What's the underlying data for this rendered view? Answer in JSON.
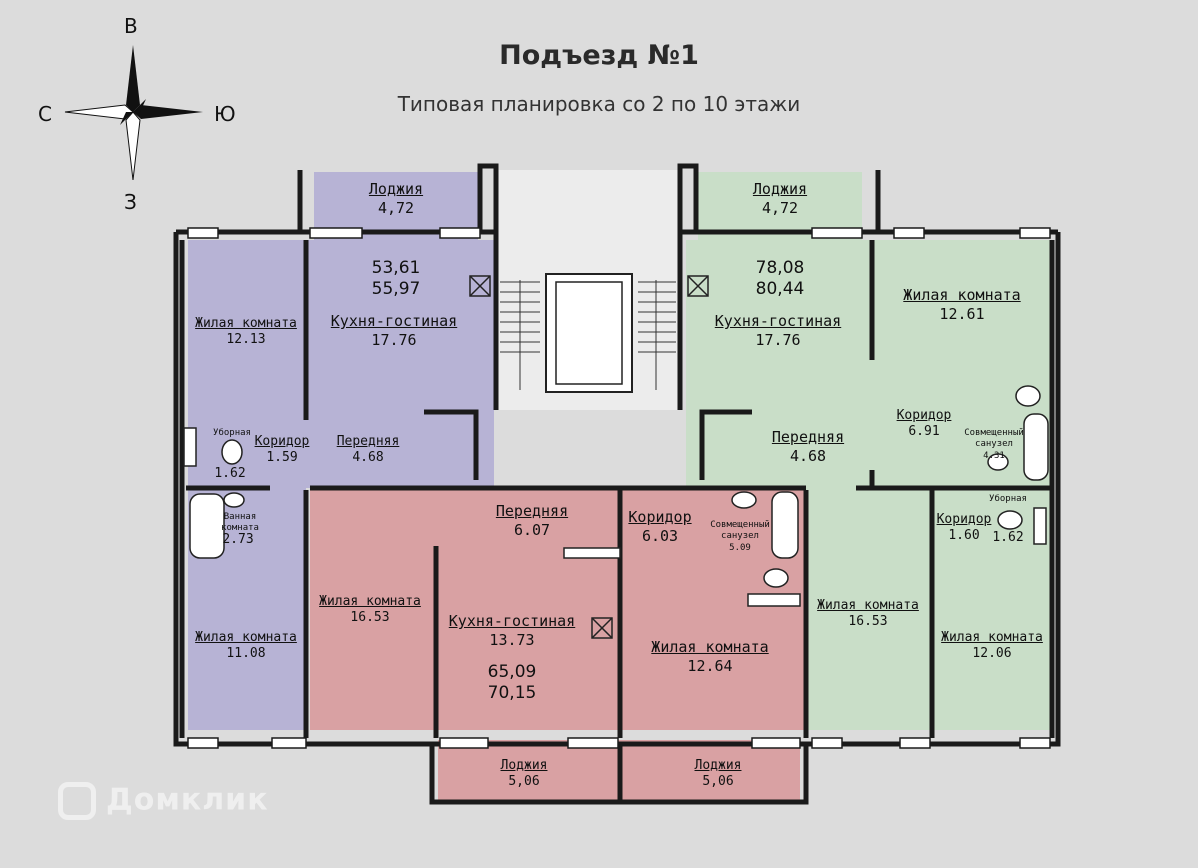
{
  "header": {
    "title": "Подъезд №1",
    "subtitle": "Типовая планировка со 2 по 10 этажи"
  },
  "compass": {
    "north": "В",
    "west": "С",
    "east": "Ю",
    "south": "З"
  },
  "colors": {
    "purple": "#b7b3d5",
    "red": "#d9a1a3",
    "green": "#c9dec8",
    "background": "#dcdcdc"
  },
  "apartments": {
    "purple": {
      "area_total": "53,61",
      "area_with_loggia": "55,97",
      "loggia": {
        "name": "Лоджия",
        "area": "4,72"
      },
      "kitchen": {
        "name": "Кухня-гостиная",
        "area": "17.76"
      },
      "room1": {
        "name": "Жилая комната",
        "area": "12.13"
      },
      "room2": {
        "name": "Жилая комната",
        "area": "11.08"
      },
      "corridor": {
        "name": "Коридор",
        "area": "1.59"
      },
      "hall": {
        "name": "Передняя",
        "area": "4.68"
      },
      "wc": {
        "name": "Уборная",
        "area": "1.62"
      },
      "bath": {
        "name1": "Ванная",
        "name2": "комната",
        "area": "2.73"
      }
    },
    "red": {
      "area_total": "65,09",
      "area_with_loggia": "70,15",
      "hall": {
        "name": "Передняя",
        "area": "6.07"
      },
      "corridor": {
        "name": "Коридор",
        "area": "6.03"
      },
      "bath": {
        "name1": "Совмещенный",
        "name2": "санузел",
        "area": "5.09"
      },
      "room1": {
        "name": "Жилая комната",
        "area": "16.53"
      },
      "kitchen": {
        "name": "Кухня-гостиная",
        "area": "13.73"
      },
      "room2": {
        "name": "Жилая комната",
        "area": "12.64"
      },
      "loggia1": {
        "name": "Лоджия",
        "area": "5,06"
      },
      "loggia2": {
        "name": "Лоджия",
        "area": "5,06"
      }
    },
    "green": {
      "area_total": "78,08",
      "area_with_loggia": "80,44",
      "loggia": {
        "name": "Лоджия",
        "area": "4,72"
      },
      "kitchen": {
        "name": "Кухня-гостиная",
        "area": "17.76"
      },
      "room1": {
        "name": "Жилая комната",
        "area": "12.61"
      },
      "corridor": {
        "name": "Коридор",
        "area": "6.91"
      },
      "bath": {
        "name1": "Совмещенный",
        "name2": "санузел",
        "area": "4.31"
      },
      "hall": {
        "name": "Передняя",
        "area": "4.68"
      },
      "wc": {
        "name": "Уборная"
      },
      "corridor2": {
        "name": "Коридор",
        "area": "1.60"
      },
      "wc_area": "1.62",
      "room2": {
        "name": "Жилая комната",
        "area": "16.53"
      },
      "room3": {
        "name": "Жилая комната",
        "area": "12.06"
      }
    }
  },
  "watermark": "Домклик"
}
